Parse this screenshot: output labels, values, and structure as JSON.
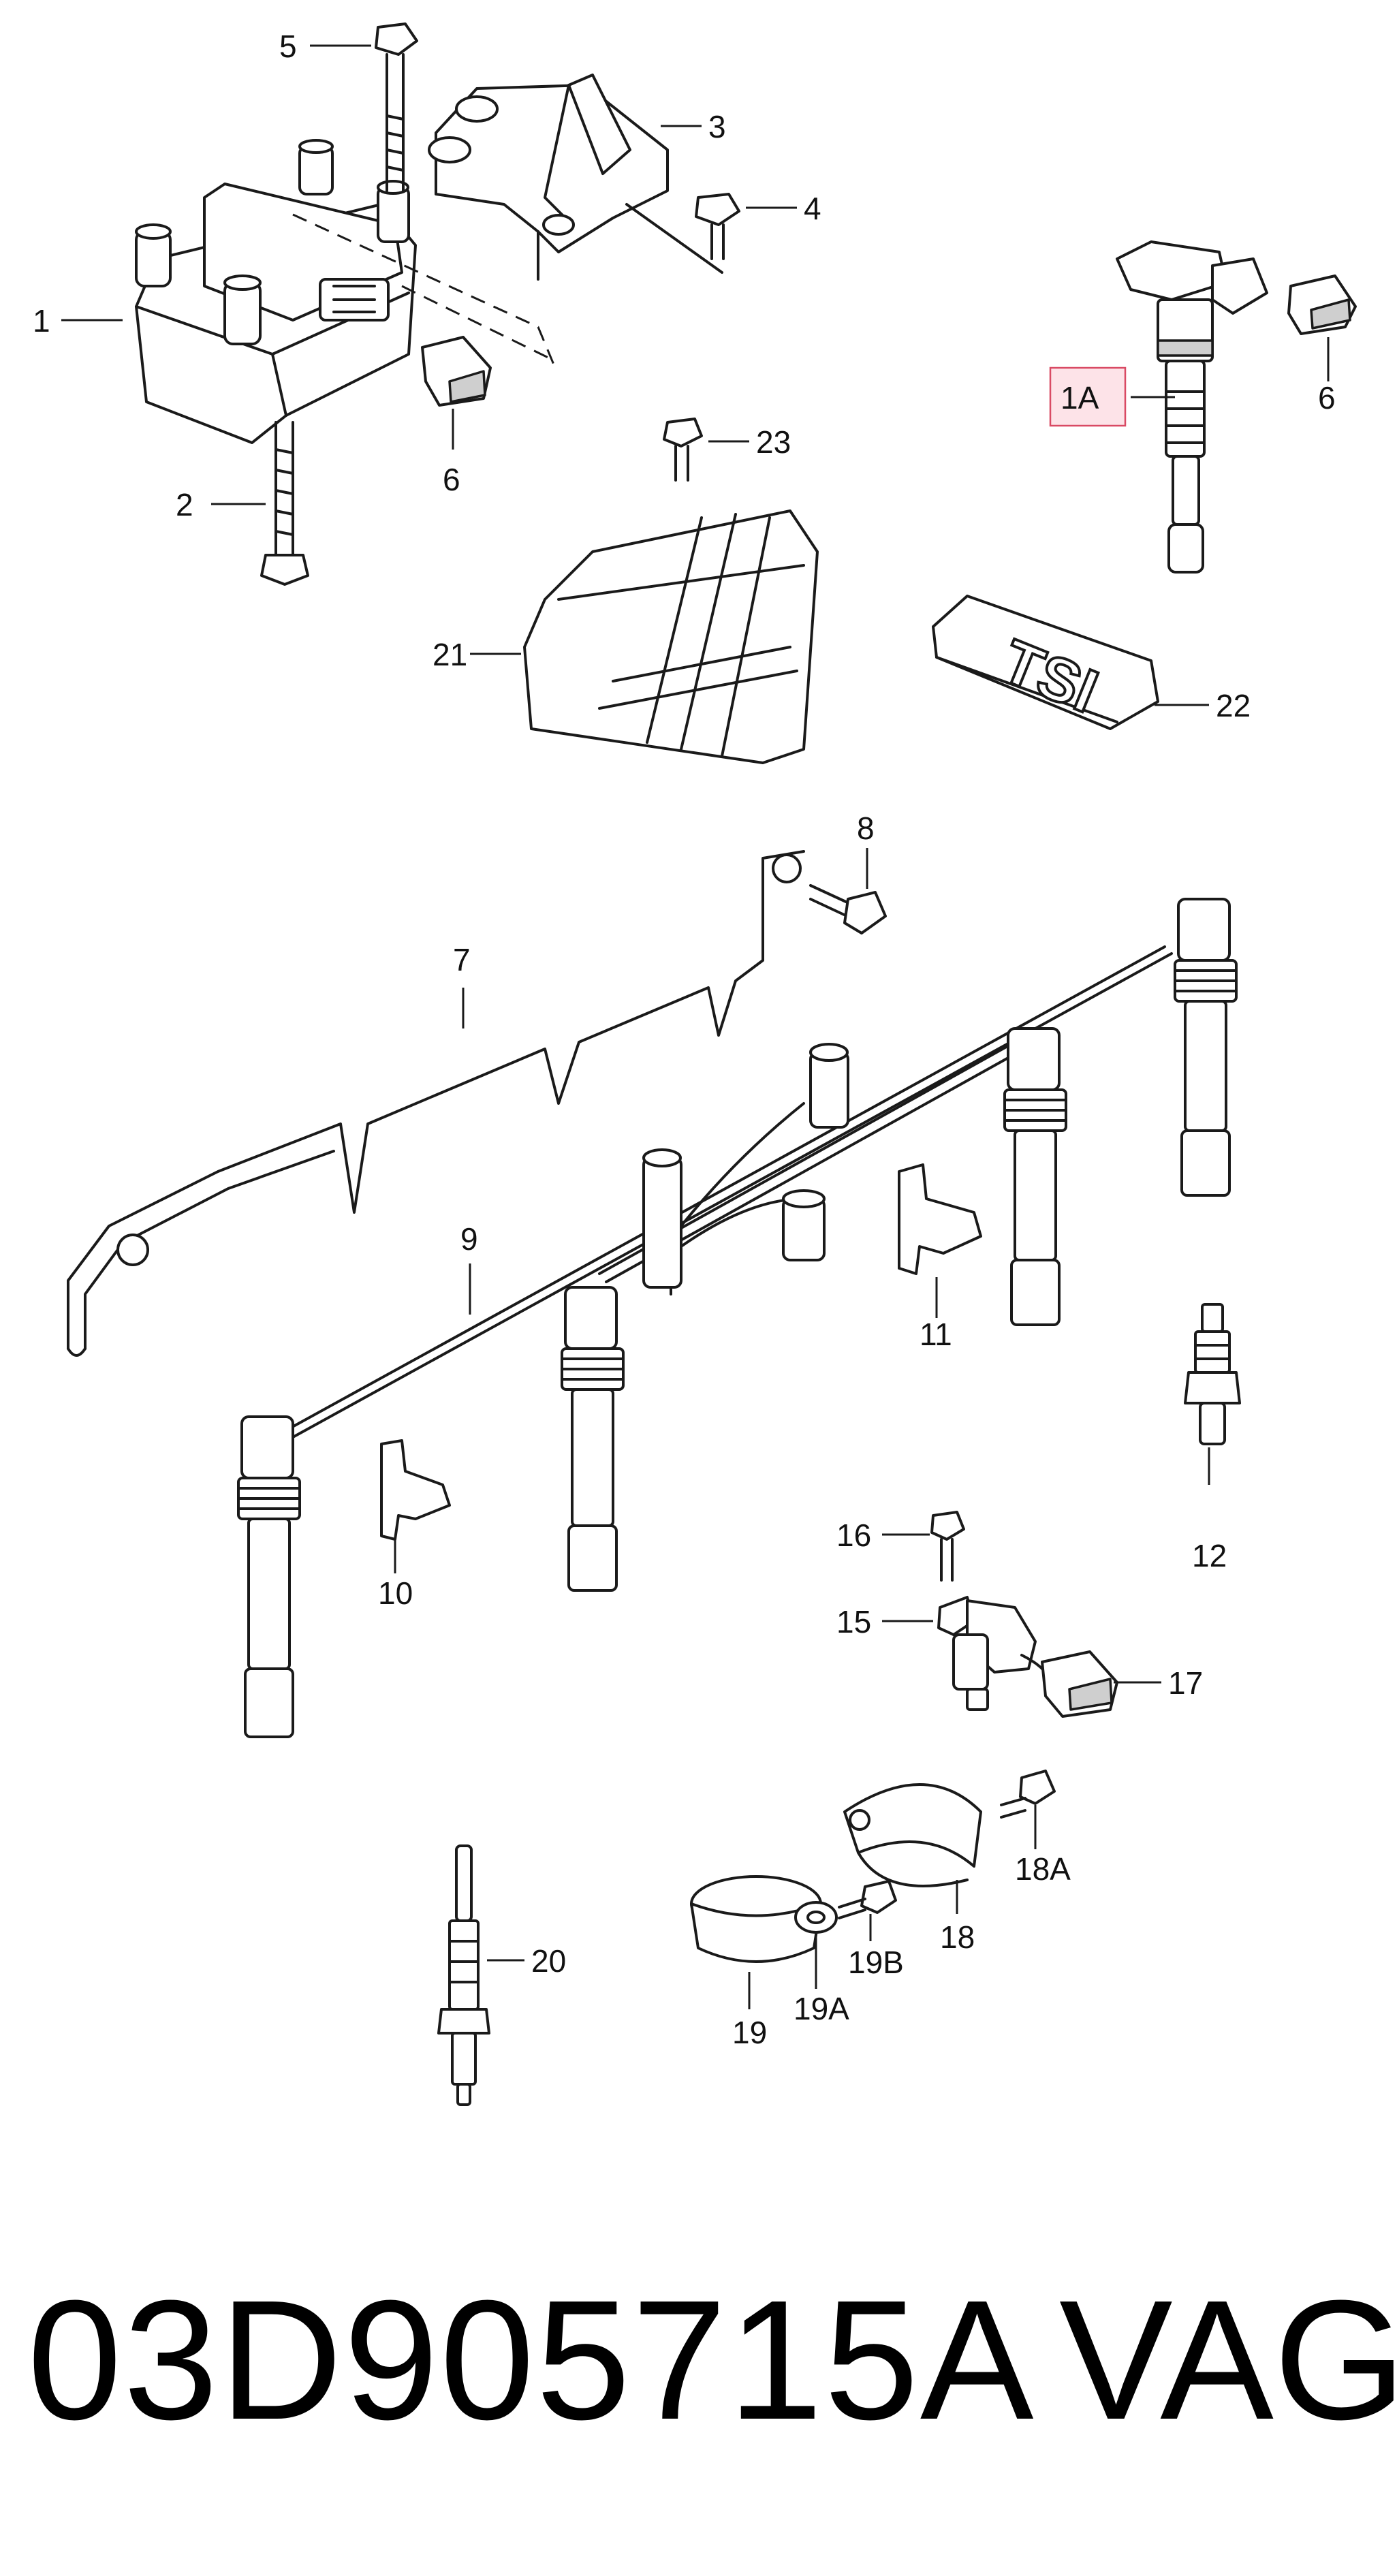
{
  "callouts": [
    {
      "id": "1",
      "text": "1"
    },
    {
      "id": "1A",
      "text": "1A"
    },
    {
      "id": "2",
      "text": "2"
    },
    {
      "id": "3",
      "text": "3"
    },
    {
      "id": "4",
      "text": "4"
    },
    {
      "id": "5",
      "text": "5"
    },
    {
      "id": "6a",
      "text": "6"
    },
    {
      "id": "6b",
      "text": "6"
    },
    {
      "id": "7",
      "text": "7"
    },
    {
      "id": "8",
      "text": "8"
    },
    {
      "id": "9",
      "text": "9"
    },
    {
      "id": "10",
      "text": "10"
    },
    {
      "id": "11",
      "text": "11"
    },
    {
      "id": "12",
      "text": "12"
    },
    {
      "id": "15",
      "text": "15"
    },
    {
      "id": "16",
      "text": "16"
    },
    {
      "id": "17",
      "text": "17"
    },
    {
      "id": "18",
      "text": "18"
    },
    {
      "id": "18A",
      "text": "18A"
    },
    {
      "id": "19",
      "text": "19"
    },
    {
      "id": "19A",
      "text": "19A"
    },
    {
      "id": "19B",
      "text": "19B"
    },
    {
      "id": "20",
      "text": "20"
    },
    {
      "id": "21",
      "text": "21"
    },
    {
      "id": "22",
      "text": "22"
    },
    {
      "id": "23",
      "text": "23"
    }
  ],
  "cover_badge_text": "TSI",
  "footer": {
    "part_number": "03D905715A",
    "brand": "VAG"
  },
  "highlight_color": "#d94a64"
}
